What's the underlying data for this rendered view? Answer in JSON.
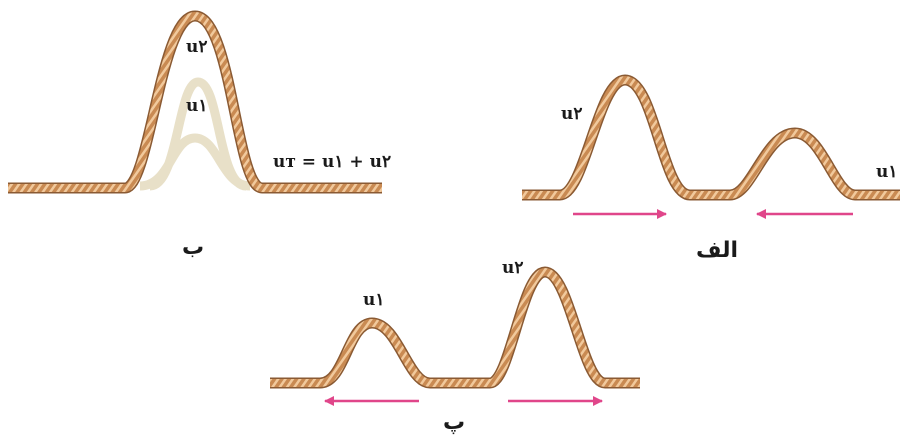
{
  "labels": {
    "u1": "u١",
    "u2": "u٢",
    "superposition": "uᴛ = u١ + u٢"
  },
  "captions": {
    "panel_alef": "الف",
    "panel_be": "ب",
    "panel_pe": "پ"
  },
  "colors": {
    "rope": "#c98a52",
    "rope_highlight": "#f1c99c",
    "rope_dark": "#8a5a33",
    "pale_pulse": "#e6ddc4",
    "arrow": "#e0468a"
  },
  "arrows": {
    "panel_alef": [
      "right",
      "left"
    ],
    "panel_pe": [
      "left",
      "right"
    ]
  }
}
